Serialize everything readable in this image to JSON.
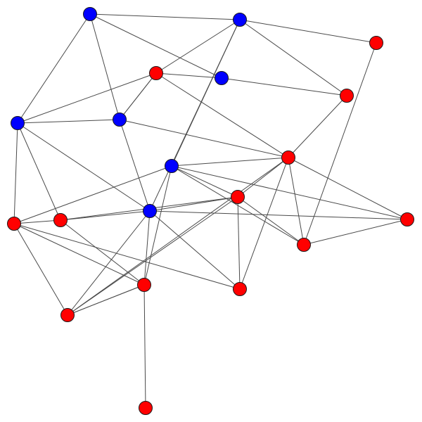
{
  "colors": {
    "background": "#ffffff",
    "edge": "#4a4a4a",
    "node_outline": "#1a1a1a",
    "group_blue": "#0000ff",
    "group_red": "#ff0000"
  },
  "nodes": [
    {
      "id": "b1",
      "group": "blue"
    },
    {
      "id": "b2",
      "group": "blue"
    },
    {
      "id": "b3",
      "group": "blue"
    },
    {
      "id": "b4",
      "group": "blue"
    },
    {
      "id": "b5",
      "group": "blue"
    },
    {
      "id": "b6",
      "group": "blue"
    },
    {
      "id": "b7",
      "group": "blue"
    },
    {
      "id": "r1",
      "group": "red"
    },
    {
      "id": "r2",
      "group": "red"
    },
    {
      "id": "r3",
      "group": "red"
    },
    {
      "id": "r4",
      "group": "red"
    },
    {
      "id": "r5",
      "group": "red"
    },
    {
      "id": "r6",
      "group": "red"
    },
    {
      "id": "r7",
      "group": "red"
    },
    {
      "id": "r8",
      "group": "red"
    },
    {
      "id": "r9",
      "group": "red"
    },
    {
      "id": "r10",
      "group": "red"
    },
    {
      "id": "r11",
      "group": "red"
    },
    {
      "id": "r12",
      "group": "red"
    },
    {
      "id": "r13",
      "group": "red"
    },
    {
      "id": "r14",
      "group": "red"
    }
  ],
  "edges": [
    [
      "b1",
      "b2"
    ],
    [
      "b1",
      "b4"
    ],
    [
      "b1",
      "b3"
    ],
    [
      "b1",
      "b5"
    ],
    [
      "b2",
      "r2"
    ],
    [
      "b2",
      "r1"
    ],
    [
      "b2",
      "r3"
    ],
    [
      "b2",
      "b6"
    ],
    [
      "b2",
      "b7"
    ],
    [
      "b3",
      "r3"
    ],
    [
      "b3",
      "r1"
    ],
    [
      "b4",
      "r1"
    ],
    [
      "b4",
      "b5"
    ],
    [
      "b4",
      "r5"
    ],
    [
      "b4",
      "r6"
    ],
    [
      "b4",
      "b7"
    ],
    [
      "b5",
      "r1"
    ],
    [
      "b5",
      "r4"
    ],
    [
      "b5",
      "b7"
    ],
    [
      "r1",
      "r4"
    ],
    [
      "r1",
      "b5"
    ],
    [
      "r3",
      "r4"
    ],
    [
      "r4",
      "b6"
    ],
    [
      "r4",
      "r8"
    ],
    [
      "r4",
      "r10"
    ],
    [
      "r4",
      "r11"
    ],
    [
      "r4",
      "r13"
    ],
    [
      "r4",
      "r9"
    ],
    [
      "b6",
      "r8"
    ],
    [
      "b6",
      "r9"
    ],
    [
      "b6",
      "r5"
    ],
    [
      "b6",
      "r10"
    ],
    [
      "b6",
      "r12"
    ],
    [
      "r5",
      "r6"
    ],
    [
      "r5",
      "r12"
    ],
    [
      "r5",
      "r14"
    ],
    [
      "r5",
      "r11"
    ],
    [
      "r6",
      "b7"
    ],
    [
      "r6",
      "r8"
    ],
    [
      "r6",
      "r12"
    ],
    [
      "b7",
      "r8"
    ],
    [
      "b7",
      "r10"
    ],
    [
      "b7",
      "r12"
    ],
    [
      "b7",
      "r13"
    ],
    [
      "b7",
      "r11"
    ],
    [
      "r8",
      "r9"
    ],
    [
      "r8",
      "r11"
    ],
    [
      "r8",
      "r13"
    ],
    [
      "r12",
      "r13"
    ],
    [
      "r12",
      "r14"
    ],
    [
      "r12",
      "r15"
    ],
    [
      "r13",
      "r14"
    ],
    [
      "r9",
      "r2"
    ],
    [
      "r9",
      "r10"
    ]
  ]
}
